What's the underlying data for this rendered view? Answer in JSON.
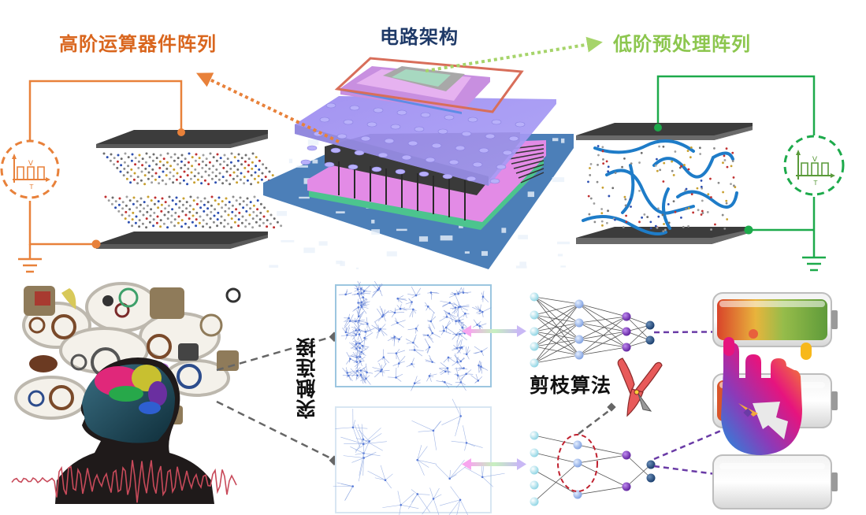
{
  "labels": {
    "high_order_array": "高阶运算器件阵列",
    "circuit_architecture": "电路架构",
    "low_order_array": "低阶预处理阵列",
    "synaptic_connection": "突触连接",
    "pruning_algorithm": "剪枝算法"
  },
  "signal_source": {
    "v_label": "V",
    "t_label": "T"
  },
  "colors": {
    "high_order": "#E8813A",
    "low_order": "#1DAA4B",
    "low_order_label": "#8CC64E",
    "circuit_title": "#1F3A68",
    "electrode": "#4A4A4A",
    "polymer_chain": "#1E7CC8",
    "connector_gray": "#666666",
    "connector_purple": "#6A3BA6",
    "pruning_circle": "#C0202E"
  },
  "network_full": {
    "layers": [
      5,
      4,
      3,
      2
    ]
  },
  "network_pruned": {
    "layers": [
      5,
      3,
      2,
      2
    ]
  },
  "batteries": [
    {
      "state": "full"
    },
    {
      "state": "partial"
    },
    {
      "state": "empty"
    }
  ]
}
